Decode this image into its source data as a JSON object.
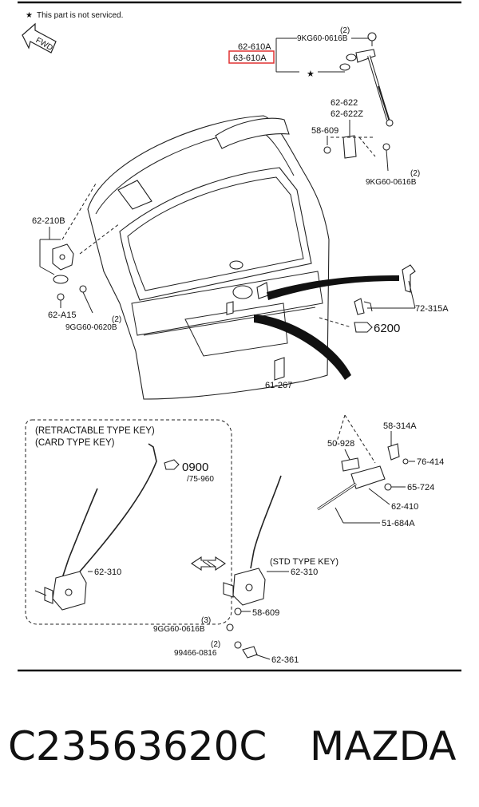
{
  "diagram": {
    "notice": "This part is not serviced.",
    "fwd_label": "FWD",
    "parts": {
      "p62_610A": "62-610A",
      "p63_610A": "63-610A",
      "p9KG60_0616B_top": "9KG60-0616B",
      "qty_top": "(2)",
      "p62_622": "62-622",
      "p62_622Z": "62-622Z",
      "p58_609_top": "58-609",
      "p9KG60_0616B_mid": "9KG60-0616B",
      "qty_mid": "(2)",
      "p62_210B": "62-210B",
      "p62_A15": "62-A15",
      "p9GG60_0620B": "9GG60-0620B",
      "qty_0620": "(2)",
      "p72_315A": "72-315A",
      "p6200": "6200",
      "p61_267": "61-267",
      "retract_title": "(RETRACTABLE TYPE KEY)",
      "card_title": "(CARD TYPE KEY)",
      "p0900": "0900",
      "p75_960": "/75-960",
      "p62_310_left": "62-310",
      "p58_314A": "58-314A",
      "p50_928": "50-928",
      "p76_414": "76-414",
      "p65_724": "65-724",
      "p62_410": "62-410",
      "p51_684A": "51-684A",
      "std_title": "(STD TYPE KEY)",
      "p62_310_right": "62-310",
      "p58_609_bottom": "58-609",
      "qty_3": "(3)",
      "p9GG60_0616B": "9GG60-0616B",
      "qty_99466": "(2)",
      "p99466_0816": "99466-0816",
      "p62_361": "62-361"
    },
    "highlight_color": "#e03030"
  },
  "footer": {
    "part_number": "C23563620C",
    "brand": "MAZDA"
  }
}
